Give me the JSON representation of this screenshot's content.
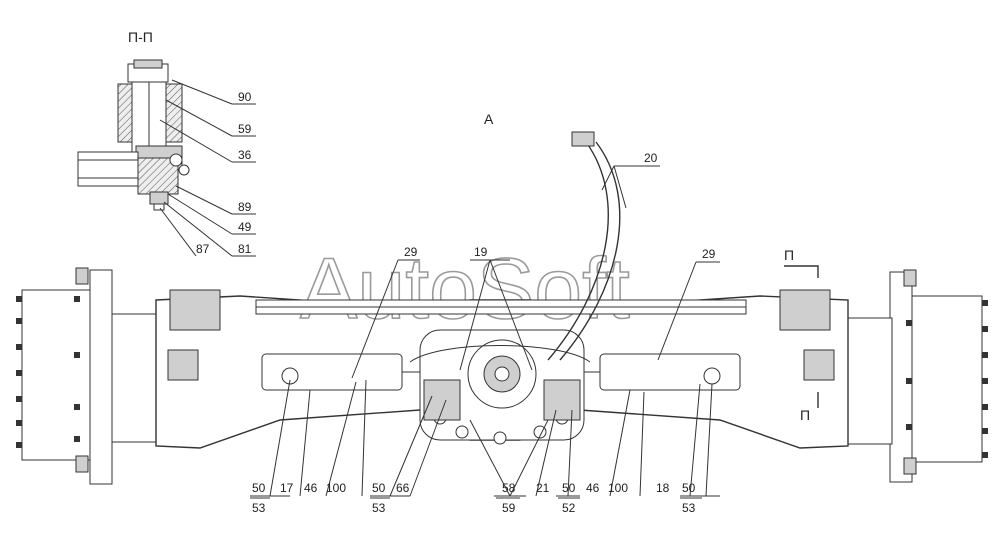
{
  "section_label": "П-П",
  "view_label": "А",
  "section_marks": [
    "П",
    "П"
  ],
  "watermark": "AutoSoft",
  "callouts": {
    "c90": "90",
    "c59a": "59",
    "c36": "36",
    "c89": "89",
    "c49": "49",
    "c81": "81",
    "c87": "87",
    "c20": "20",
    "c29l": "29",
    "c19": "19",
    "c29r": "29",
    "c50a": "50",
    "c17": "17",
    "c46a": "46",
    "c100a": "100",
    "c53a": "53",
    "c50b": "50",
    "c66": "66",
    "c53b": "53",
    "c58": "58",
    "c59b": "59",
    "c21": "21",
    "c50c": "50",
    "c46b": "46",
    "c100b": "100",
    "c52": "52",
    "c18": "18",
    "c50d": "50",
    "c53c": "53"
  }
}
